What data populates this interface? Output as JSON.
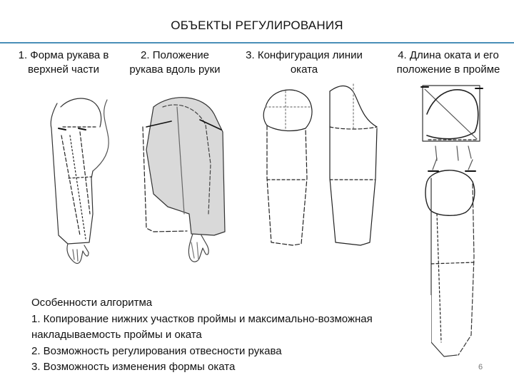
{
  "slide": {
    "title": "ОБЪЕКТЫ РЕГУЛИРОВАНИЯ",
    "columns": [
      {
        "line1": "1. Форма рукава в",
        "line2": "верхней части"
      },
      {
        "line1": "2. Положение",
        "line2": "рукава вдоль руки"
      },
      {
        "line1": "3. Конфигурация линии",
        "line2": "оката"
      },
      {
        "line1": "4. Длина оката и его",
        "line2": "положение в пройме"
      }
    ],
    "notes": {
      "heading": "Особенности  алгоритма",
      "lines": [
        "1. Копирование нижних участков проймы и максимально-возможная",
        "накладываемость  проймы и оката",
        "2.  Возможность регулирования отвесности рукава",
        "3. Возможность изменения формы оката"
      ]
    },
    "page_number": "6"
  }
}
